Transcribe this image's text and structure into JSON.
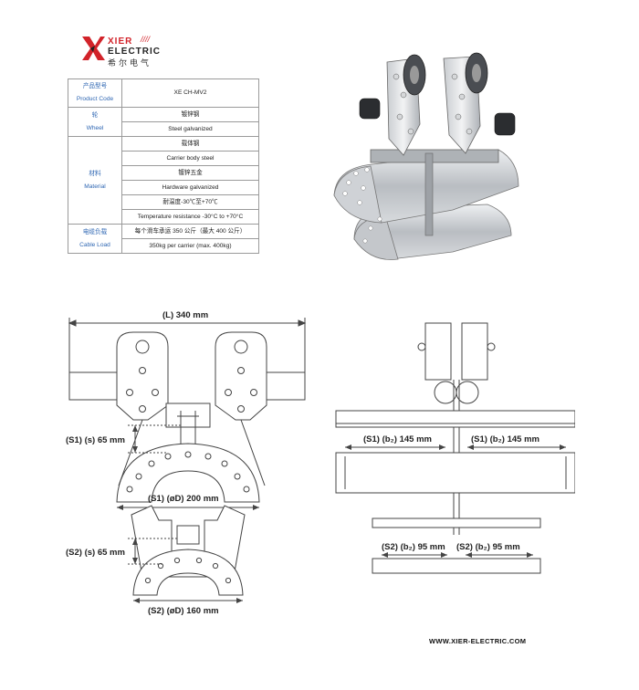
{
  "logo": {
    "brand_line1": "XIER",
    "brand_line2": "ELECTRIC",
    "chinese_name": "希尔电气",
    "slashes": "////",
    "accent_color": "#d2232a"
  },
  "spec_table": {
    "label_color": "#2f67b3",
    "product_code": {
      "label_cn": "产品型号",
      "label_en": "Product Code",
      "value": "XE CH-MV2"
    },
    "wheel": {
      "label_cn": "轮",
      "label_en": "Wheel",
      "value_cn": "镀锌钢",
      "value_en": "Steel galvanized"
    },
    "material": {
      "label_cn": "材料",
      "label_en": "Material",
      "rows": [
        {
          "cn": "载体钢",
          "en": "Carrier body steel"
        },
        {
          "cn": "镀锌五金",
          "en": "Hardware galvanized"
        },
        {
          "cn": "耐温度-30℃至+70℃",
          "en": "Temperature resistance -30°C to +70°C"
        }
      ]
    },
    "cable_load": {
      "label_cn": "电缆负载",
      "label_en": "Cable Load",
      "value_cn": "每个滑车承运 350 公斤（最大 400 公斤）",
      "value_en": "350kg per carrier (max. 400kg)"
    }
  },
  "dimensions": {
    "length": "(L) 340 mm",
    "s1_height": "(S1) (s) 65 mm",
    "s1_diameter": "(S1) (øD) 200 mm",
    "s2_height": "(S2) (s) 65 mm",
    "s2_diameter": "(S2) (øD) 160 mm",
    "s1_width_left": "(S1) (b₂) 145 mm",
    "s1_width_right": "(S1) (b₂) 145 mm",
    "s2_width_left": "(S2) (b₂) 95 mm",
    "s2_width_right": "(S2) (b₂) 95 mm"
  },
  "website": "WWW.XIER-ELECTRIC.COM"
}
